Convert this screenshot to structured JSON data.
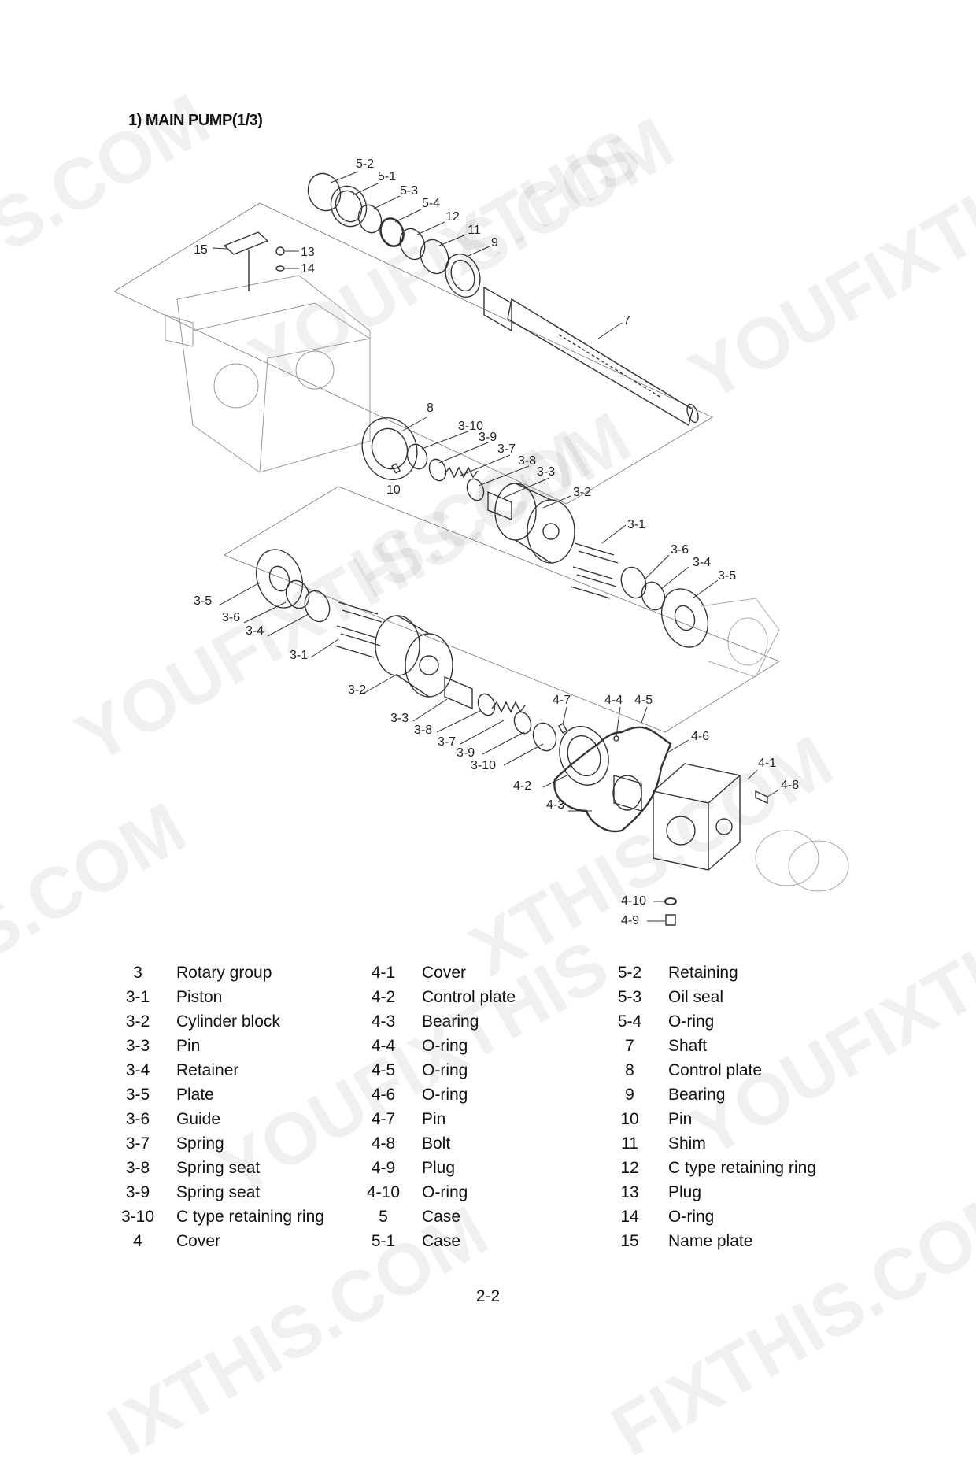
{
  "title": "1)  MAIN PUMP(1/3)",
  "page_number": "2-2",
  "watermark_texts": [
    "S.COM",
    "S.COM",
    "YOUFIXTHIS",
    "YOUFIXTHIS",
    "IS.COM",
    "YOUFIXTHIS.COM",
    "S.COM",
    "XTHIS.COM",
    "YOUFIXTHIS",
    "YOUFIXTHIS",
    "IXTHIS.COM",
    "FIXTHIS.COM"
  ],
  "callouts": {
    "c5_2": "5-2",
    "c5_1": "5-1",
    "c5_3": "5-3",
    "c5_4": "5-4",
    "c12": "12",
    "c11": "11",
    "c9": "9",
    "c15": "15",
    "c13": "13",
    "c14": "14",
    "c7": "7",
    "c8": "8",
    "c3_10a": "3-10",
    "c3_9a": "3-9",
    "c3_7a": "3-7",
    "c3_8a": "3-8",
    "c3_3a": "3-3",
    "c10": "10",
    "c3_2a": "3-2",
    "c3_1a": "3-1",
    "c3_6a": "3-6",
    "c3_4a": "3-4",
    "c3_5a": "3-5",
    "c3_5b": "3-5",
    "c3_6b": "3-6",
    "c3_4b": "3-4",
    "c3_1b": "3-1",
    "c3_2b": "3-2",
    "c3_3b": "3-3",
    "c3_8b": "3-8",
    "c3_7b": "3-7",
    "c3_9b": "3-9",
    "c3_10b": "3-10",
    "c4_7": "4-7",
    "c4_4": "4-4",
    "c4_5": "4-5",
    "c4_6": "4-6",
    "c4_1": "4-1",
    "c4_8": "4-8",
    "c4_2": "4-2",
    "c4_3": "4-3",
    "c4_10": "4-10",
    "c4_9": "4-9"
  },
  "parts_columns": [
    [
      {
        "no": "3",
        "name": "Rotary group"
      },
      {
        "no": "3-1",
        "name": "Piston"
      },
      {
        "no": "3-2",
        "name": "Cylinder block"
      },
      {
        "no": "3-3",
        "name": "Pin"
      },
      {
        "no": "3-4",
        "name": "Retainer"
      },
      {
        "no": "3-5",
        "name": "Plate"
      },
      {
        "no": "3-6",
        "name": "Guide"
      },
      {
        "no": "3-7",
        "name": "Spring"
      },
      {
        "no": "3-8",
        "name": "Spring seat"
      },
      {
        "no": "3-9",
        "name": "Spring seat"
      },
      {
        "no": "3-10",
        "name": "C type retaining ring"
      },
      {
        "no": "4",
        "name": "Cover"
      }
    ],
    [
      {
        "no": "4-1",
        "name": "Cover"
      },
      {
        "no": "4-2",
        "name": "Control plate"
      },
      {
        "no": "4-3",
        "name": "Bearing"
      },
      {
        "no": "4-4",
        "name": "O-ring"
      },
      {
        "no": "4-5",
        "name": "O-ring"
      },
      {
        "no": "4-6",
        "name": "O-ring"
      },
      {
        "no": "4-7",
        "name": "Pin"
      },
      {
        "no": "4-8",
        "name": "Bolt"
      },
      {
        "no": "4-9",
        "name": "Plug"
      },
      {
        "no": "4-10",
        "name": "O-ring"
      },
      {
        "no": "5",
        "name": "Case"
      },
      {
        "no": "5-1",
        "name": "Case"
      }
    ],
    [
      {
        "no": "5-2",
        "name": "Retaining"
      },
      {
        "no": "5-3",
        "name": "Oil seal"
      },
      {
        "no": "5-4",
        "name": "O-ring"
      },
      {
        "no": "7",
        "name": "Shaft"
      },
      {
        "no": "8",
        "name": "Control plate"
      },
      {
        "no": "9",
        "name": "Bearing"
      },
      {
        "no": "10",
        "name": "Pin"
      },
      {
        "no": "11",
        "name": "Shim"
      },
      {
        "no": "12",
        "name": "C type retaining ring"
      },
      {
        "no": "13",
        "name": "Plug"
      },
      {
        "no": "14",
        "name": "O-ring"
      },
      {
        "no": "15",
        "name": "Name plate"
      }
    ]
  ]
}
